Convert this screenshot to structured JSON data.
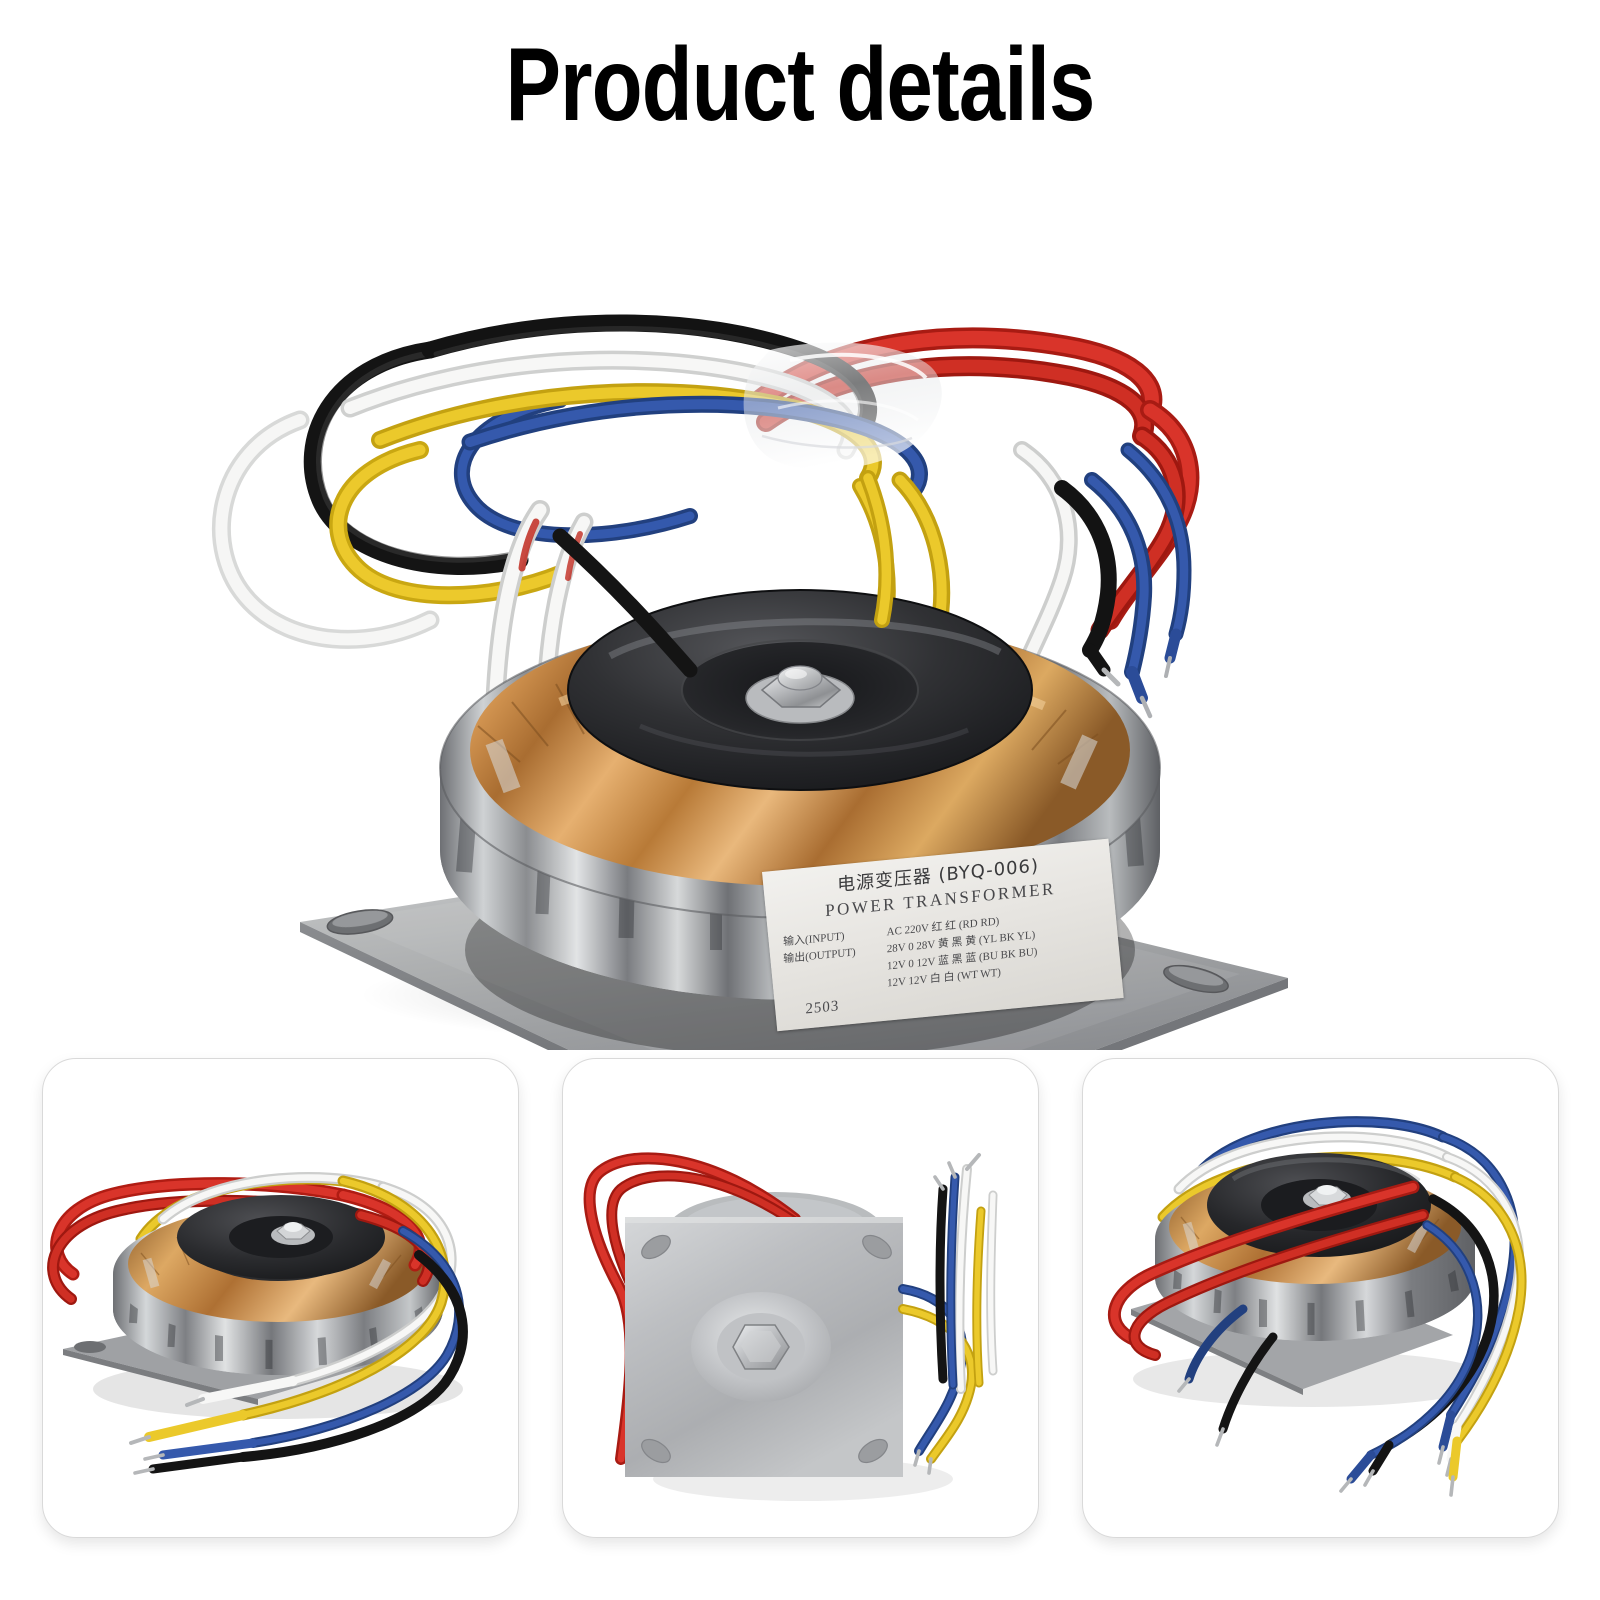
{
  "page": {
    "title": "Product details",
    "background_color": "#ffffff"
  },
  "product": {
    "name_cn": "电源变压器 (BYQ-006)",
    "name_en": "POWER TRANSFORMER",
    "model": "BYQ-006",
    "batch_code": "2503",
    "label": {
      "input_label": "输入(INPUT)",
      "output_label": "输出(OUTPUT)",
      "input_spec": "AC 220V 红 红 (RD RD)",
      "output_specs": [
        "28V 0 28V 黄 黑 黄 (YL BK YL)",
        "12V 0 12V 蓝 黑 蓝 (BU BK BU)",
        "12V 12V 白 白 (WT WT)"
      ]
    }
  },
  "colors": {
    "wire_red": "#D4261C",
    "wire_yellow": "#E9C51E",
    "wire_blue": "#2B4C98",
    "wire_white": "#F2F2F0",
    "wire_black": "#1A1A1A",
    "copper": "#B5732F",
    "steel_plate": "#A9ABAC",
    "core_black": "#2B2B2D",
    "card_border": "#d9d9d9"
  },
  "hero": {
    "name": "main-product-photo",
    "alt": "Toroidal power transformer with colored lead wires on square steel mounting plate"
  },
  "thumbnails": [
    {
      "id": "thumb-1",
      "name": "thumbnail-angle-view",
      "alt": "Toroidal transformer side angle view with red, yellow, white, blue and black leads"
    },
    {
      "id": "thumb-2",
      "name": "thumbnail-bottom-plate-view",
      "alt": "Bottom mounting plate view with central hex bolt and slotted corner holes"
    },
    {
      "id": "thumb-3",
      "name": "thumbnail-top-view",
      "alt": "Top view of toroidal transformer showing black cover plate, hex nut and copper windings"
    }
  ]
}
